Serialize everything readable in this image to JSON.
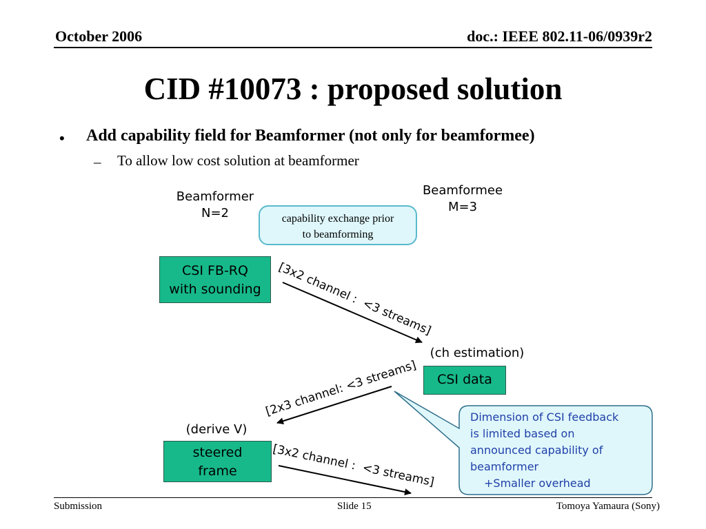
{
  "header": {
    "date": "October 2006",
    "doc": "doc.: IEEE 802.11-06/0939r2"
  },
  "title": "CID #10073 : proposed solution",
  "bullet": {
    "marker": "•",
    "text": "Add capability field for Beamformer (not only for beamformee)",
    "sub_marker": "–",
    "sub_text": "To allow low cost solution at beamformer"
  },
  "diagram": {
    "beamformer_label": "Beamformer",
    "beamformer_n": "N=2",
    "beamformee_label": "Beamformee",
    "beamformee_m": "M=3",
    "capability_bubble": [
      "capability exchange prior",
      "to beamforming"
    ],
    "csi_fbrq": [
      "CSI FB-RQ",
      "with sounding"
    ],
    "arrow1_label": "[3x2 channel :  <3 streams]",
    "ch_estimation": "(ch estimation)",
    "csi_data": "CSI data",
    "arrow2_label": "[2x3 channel: <3 streams]",
    "derive_v": "(derive V)",
    "steered_frame": [
      "steered",
      "frame"
    ],
    "arrow3_label": "[3x2 channel :  <3 streams]",
    "callout": [
      "Dimension of CSI feedback",
      "is limited based on",
      "announced capability of",
      "beamformer",
      "+Smaller overhead"
    ],
    "colors": {
      "green_box": "#17b98a",
      "bubble_fill": "#dff7fb",
      "bubble_border": "#5ab9cc",
      "callout_text": "#1f3fa8"
    }
  },
  "footer": {
    "left": "Submission",
    "center": "Slide 15",
    "right": "Tomoya Yamaura (Sony)"
  }
}
